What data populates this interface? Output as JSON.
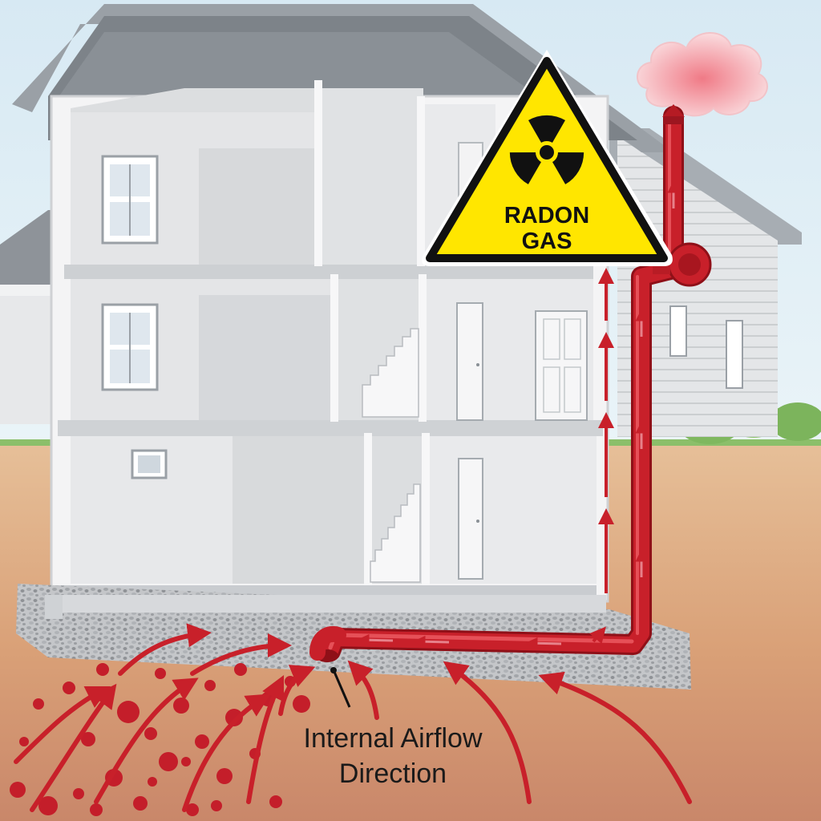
{
  "warning_sign": {
    "line1": "RADON",
    "line2": "GAS",
    "icon": "radiation-trefoil-icon",
    "fill_color": "#ffe600",
    "border_color": "#111111"
  },
  "annotation": {
    "line1": "Internal Airflow",
    "line2": "Direction"
  },
  "colors": {
    "pipe": "#c8202a",
    "radon_particle": "#c41e2a",
    "exhaust_cloud": "#f2a0a8",
    "soil": "#d9a77e",
    "gravel": "#b9bcc0",
    "wall": "#e6e7e8",
    "sky": "#dfeef5"
  }
}
